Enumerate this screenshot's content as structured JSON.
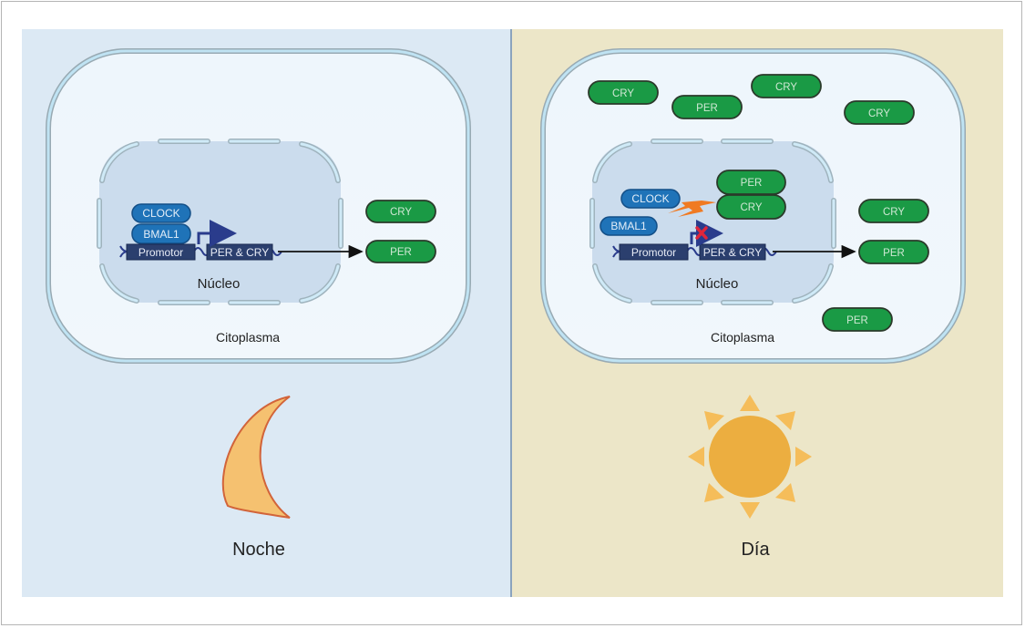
{
  "figure": {
    "panels": [
      {
        "id": "night",
        "caption": "Noche",
        "icon": "moon-icon",
        "cell_label": "Citoplasma",
        "nucleus_label": "Núcleo",
        "nuclear_proteins": [
          "CLOCK",
          "BMAL1"
        ],
        "gene": {
          "promoter": "Promotor",
          "gene": "PER & CRY",
          "transcription": "active"
        },
        "cytoplasm_proteins": [
          "CRY",
          "PER"
        ]
      },
      {
        "id": "day",
        "caption": "Día",
        "icon": "sun-icon",
        "cell_label": "Citoplasma",
        "nucleus_label": "Núcleo",
        "nuclear_proteins": [
          "CLOCK",
          "BMAL1"
        ],
        "inhibitor_complex": [
          "PER",
          "CRY"
        ],
        "gene": {
          "promoter": "Promotor",
          "gene": "PER & CRY",
          "transcription": "blocked"
        },
        "cytoplasm_proteins_near": [
          "CRY",
          "PER"
        ],
        "cytoplasm_proteins_scattered": [
          "CRY",
          "PER",
          "CRY",
          "CRY",
          "PER"
        ]
      }
    ],
    "colors": {
      "night_bg": "#dce9f4",
      "day_bg": "#ece6c8",
      "protein_green": "#1a9a45",
      "protein_blue": "#1f73b8",
      "dna_box": "#2b3f6e",
      "moon": "#f5c170",
      "sun": "#ecae40",
      "inhibition": "#f07a22",
      "block_mark": "#e0263b"
    }
  }
}
